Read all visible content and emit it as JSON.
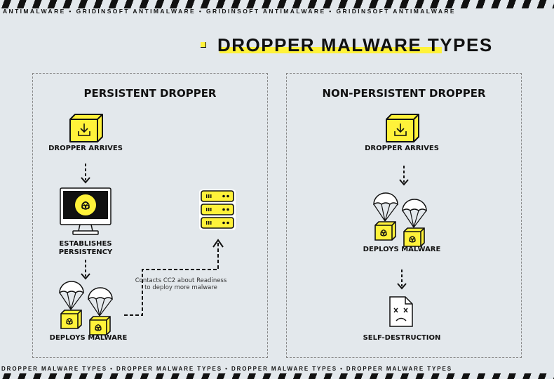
{
  "top_ticker": "ANTIMALWARE • GRIDINSOFT ANTIMALWARE • GRIDINSOFT ANTIMALWARE • GRIDINSOFT ANTIMALWARE",
  "bottom_ticker": "DROPPER MALWARE TYPES • DROPPER MALWARE TYPES • DROPPER MALWARE TYPES • DROPPER MALWARE TYPES",
  "title": "DROPPER MALWARE TYPES",
  "colors": {
    "accent": "#fff23a",
    "background": "#e3e8ec",
    "ink": "#111111"
  },
  "persistent": {
    "title": "PERSISTENT DROPPER",
    "steps": [
      "DROPPER ARRIVES",
      "ESTABLISHES PERSISTENCY",
      "DEPLOYS MALWARE"
    ],
    "note": "Contacts CC2 about Readiness to deploy more malware"
  },
  "non_persistent": {
    "title": "NON-PERSISTENT DROPPER",
    "steps": [
      "DROPPER ARRIVES",
      "DEPLOYS MALWARE",
      "SELF-DESTRUCTION"
    ]
  }
}
